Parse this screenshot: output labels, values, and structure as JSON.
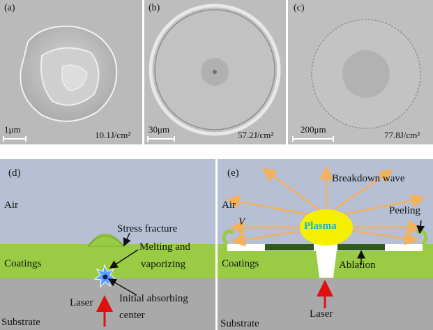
{
  "panels": {
    "a": {
      "letter": "(a)",
      "scale": "1μm",
      "fluence": "10.1J/cm²"
    },
    "b": {
      "letter": "(b)",
      "scale": "30μm",
      "fluence": "57.2J/cm²"
    },
    "c": {
      "letter": "(c)",
      "scale": "200μm",
      "fluence": "77.8J/cm²"
    },
    "d": {
      "letter": "(d)",
      "air": "Air",
      "coatings": "Coatings",
      "substrate": "Substrate",
      "stress_fracture": "Stress fracture",
      "melting_line1": "Melting and",
      "melting_line2": "vaporizing",
      "laser": "Laser",
      "initial_line1": "Initial absorbing",
      "initial_line2": "center"
    },
    "e": {
      "letter": "(e)",
      "air": "Air",
      "coatings": "Coatings",
      "substrate": "Substrate",
      "breakdown": "Breakdown wave",
      "peeling": "Peeling",
      "v": "V",
      "plasma": "Plasma",
      "ablation": "Ablation",
      "laser": "Laser"
    }
  },
  "colors": {
    "air": "#b6bfd3",
    "coating": "#99cc44",
    "substrate": "#a9a9a9",
    "plasma": "#f5f000",
    "rays": "#f3b15c",
    "laser_arrow": "#e01010",
    "dark_green": "#2d5a1e"
  }
}
